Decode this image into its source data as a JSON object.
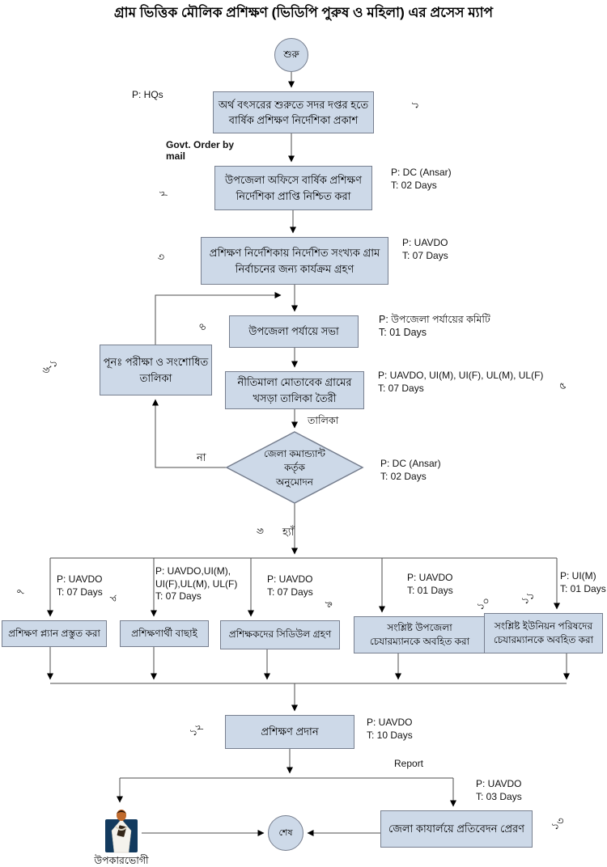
{
  "title": "গ্রাম ভিত্তিক মৌলিক প্রশিক্ষণ (ভিডিপি পুরুষ ও মহিলা) এর প্রসেস ম্যাপ",
  "nodes": {
    "start": "শুরু",
    "n1": "অর্থ বৎসরের শুরুতে সদর দপ্তর হতে\nবার্ষিক প্রশিক্ষণ নির্দেশিকা প্রকাশ",
    "n2": "উপজেলা অফিসে বার্ষিক প্রশিক্ষণ\nনির্দেশিকা প্রাপ্তি নিশ্চিত করা",
    "n3": "প্রশিক্ষণ নির্দেশিকায় নির্দেশিত সংখ্যক গ্রাম\nনির্বাচনের জন্য কার্যক্রম গ্রহণ",
    "n4": "উপজেলা পর্যায়ে সভা",
    "rework": "পূনঃ পরীক্ষা ও সংশোধিত\nতালিকা",
    "n5": "নীতিমালা মোতাবেক গ্রামের\nখসড়া তালিকা তৈরী",
    "decision": "জেলা কমান্ড্যান্ট\nকর্তৃক\nঅনুমোদন",
    "n7": "প্রশিক্ষণ প্ল্যান প্রস্তুত করা",
    "n8": "প্রশিক্ষণার্থী বাছাই",
    "n9": "প্রশিক্ষকদের সিডিউল গ্রহণ",
    "n10": "সংশ্লিষ্ট উপজেলা\nচেযারম্যানকে অবহিত করা",
    "n11": "সংশ্লিষ্ট ইউনিয়ন পরিষদের\nচেযারম্যানকে অবহিত করা",
    "n12": "প্রশিক্ষণ প্রদান",
    "n13": "জেলা কাযার্লয়ে প্রতিবেদন প্রেরণ",
    "end": "শেষ",
    "beneficiary": "উপকারভোগী"
  },
  "annotations": {
    "n1": "P: HQs",
    "n2": "P: DC (Ansar)\nT: 02 Days",
    "n3": "P: UAVDO\nT: 07 Days",
    "n4": "P: উপজেলা পর্যায়ের কমিটি\nT: 01 Days",
    "n5": "P: UAVDO, UI(M), UI(F), UL(M), UL(F)\nT: 07 Days",
    "decision": "P: DC (Ansar)\nT: 02 Days",
    "n7": "P: UAVDO\nT: 07 Days",
    "n8": "P:   UAVDO,UI(M),\nUI(F),UL(M), UL(F)\nT: 07 Days",
    "n9": "P: UAVDO\nT: 07 Days",
    "n10": "P: UAVDO\nT: 01 Days",
    "n11": "P: UI(M)\nT: 01 Days",
    "n12": "P: UAVDO\nT: 10 Days",
    "n13": "P: UAVDO\nT: 03 Days"
  },
  "steps": {
    "n1": "১",
    "n2": "২",
    "n3": "৩",
    "n4": "৪",
    "n5": "৫",
    "rework": "৬-১",
    "decision": "৬",
    "n7": "৭",
    "n8": "৮",
    "n9": "৯",
    "n10": "১০",
    "n11": "১১",
    "n12": "১২",
    "n13": "১৩"
  },
  "edge_labels": {
    "govt_order": "Govt. Order by\nmail",
    "list": "তালিকা",
    "no": "না",
    "yes": "হ্যাঁ",
    "report": "Report"
  },
  "colors": {
    "node_fill": "#cdd9e8",
    "node_border": "#777f8f",
    "line": "#4d4d4d",
    "arrowhead": "#000000"
  }
}
